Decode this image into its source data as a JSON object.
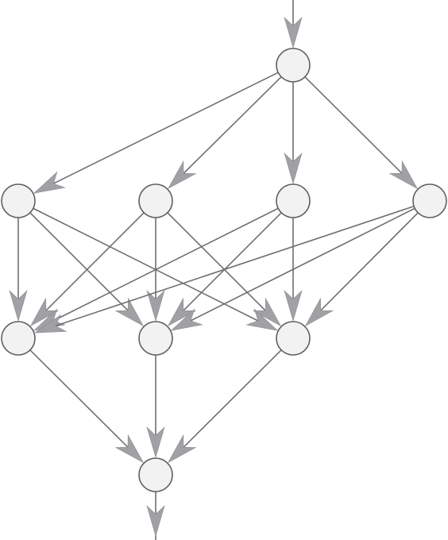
{
  "diagram": {
    "type": "directed-graph",
    "colors": {
      "edge": "#6f6f74",
      "arrowhead": "#a1a1a5",
      "node_fill": "#f2f2f2",
      "node_stroke": "#5f5f63"
    },
    "nodes": [
      {
        "id": "top"
      },
      {
        "id": "mid1"
      },
      {
        "id": "mid2"
      },
      {
        "id": "mid3"
      },
      {
        "id": "mid4"
      },
      {
        "id": "low1"
      },
      {
        "id": "low2"
      },
      {
        "id": "low3"
      },
      {
        "id": "bottom"
      }
    ],
    "edges": [
      {
        "from": "input",
        "to": "top"
      },
      {
        "from": "top",
        "to": "mid1"
      },
      {
        "from": "top",
        "to": "mid2"
      },
      {
        "from": "top",
        "to": "mid3"
      },
      {
        "from": "top",
        "to": "mid4"
      },
      {
        "from": "mid1",
        "to": "low1"
      },
      {
        "from": "mid1",
        "to": "low2"
      },
      {
        "from": "mid1",
        "to": "low3"
      },
      {
        "from": "mid2",
        "to": "low1"
      },
      {
        "from": "mid2",
        "to": "low2"
      },
      {
        "from": "mid2",
        "to": "low3"
      },
      {
        "from": "mid3",
        "to": "low1"
      },
      {
        "from": "mid3",
        "to": "low2"
      },
      {
        "from": "mid3",
        "to": "low3"
      },
      {
        "from": "mid4",
        "to": "low1"
      },
      {
        "from": "mid4",
        "to": "low2"
      },
      {
        "from": "mid4",
        "to": "low3"
      },
      {
        "from": "low1",
        "to": "bottom"
      },
      {
        "from": "low2",
        "to": "bottom"
      },
      {
        "from": "low3",
        "to": "bottom"
      },
      {
        "from": "bottom",
        "to": "output"
      }
    ]
  }
}
